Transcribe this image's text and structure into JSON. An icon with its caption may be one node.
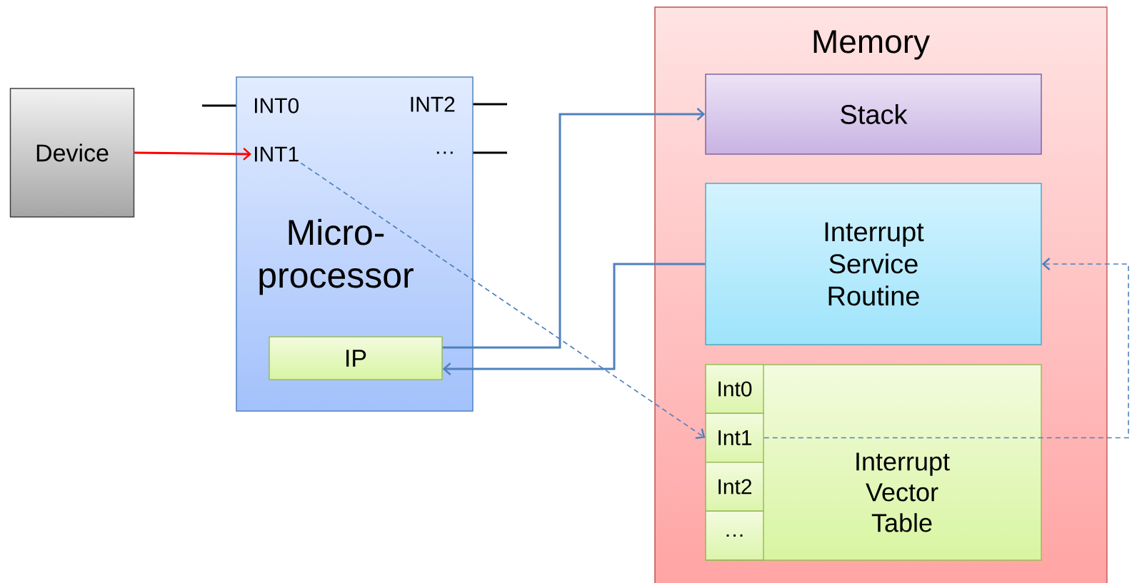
{
  "diagram": {
    "nodes": [
      {
        "text": [
          "Device"
        ]
      },
      {
        "text": [
          "Micro- processor"
        ]
      },
      {
        "text": [
          "INT1"
        ],
        "in": 1
      },
      {
        "text": [
          "IP"
        ],
        "in": 1
      },
      {
        "text": [
          "Memory"
        ]
      },
      {
        "text": [
          "Stack"
        ],
        "in": 4
      },
      {
        "text": [
          "Interrupt Service Routine"
        ],
        "in": 4
      },
      {
        "text": [
          "Interrupt Vector Table"
        ],
        "in": 4
      },
      {
        "text": [
          "Int0"
        ],
        "in": 7
      },
      {
        "text": [
          "Int1"
        ],
        "in": 7
      },
      {
        "text": [
          "Int2"
        ],
        "in": 7
      },
      {
        "text": [
          "…"
        ],
        "in": 7
      }
    ],
    "edges": [
      {
        "from": 0,
        "to": 2,
        "arrow": "to",
        "color": "#ff0000"
      },
      {
        "from": 2,
        "to": 9,
        "arrow": "to",
        "style": "dashed"
      },
      {
        "from": 3,
        "to": 5,
        "arrow": "to"
      },
      {
        "from": 6,
        "to": 3,
        "arrow": "to"
      },
      {
        "from": 9,
        "to": 6,
        "arrow": "to",
        "style": "dashed"
      }
    ],
    "labels": [
      "INT0",
      "INT2",
      "…"
    ]
  }
}
